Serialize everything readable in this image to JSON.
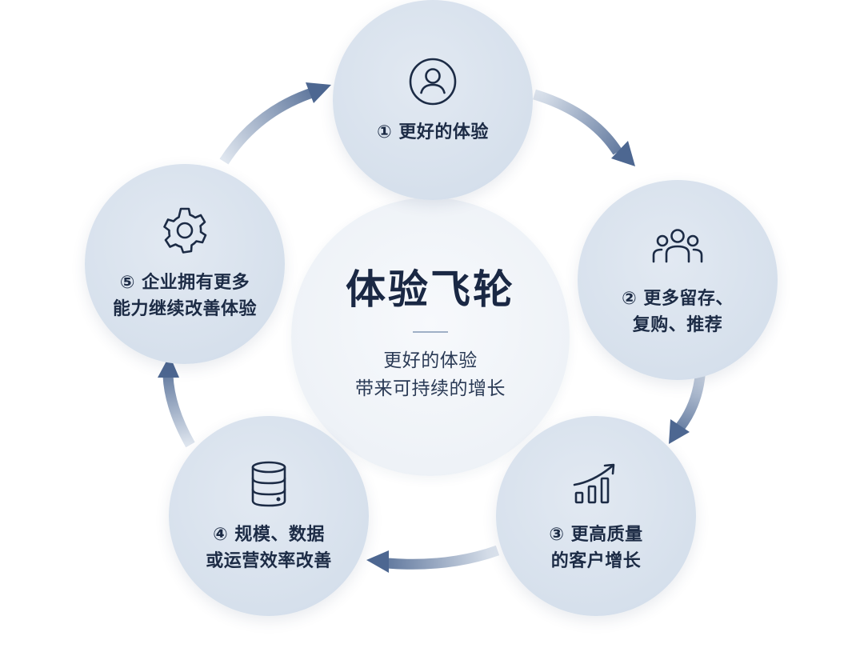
{
  "title": "体验飞轮",
  "subtitle_lines": [
    "更好的体验",
    "带来可持续的增长"
  ],
  "nodes": [
    {
      "icon": "user-icon",
      "lines": [
        "① 更好的体验"
      ]
    },
    {
      "icon": "people-group-icon",
      "lines": [
        "② 更多留存、",
        "复购、推荐"
      ]
    },
    {
      "icon": "growth-chart-icon",
      "lines": [
        "③ 更高质量",
        "的客户增长"
      ]
    },
    {
      "icon": "database-icon",
      "lines": [
        "④ 规模、数据",
        "或运营效率改善"
      ]
    },
    {
      "icon": "gear-icon",
      "lines": [
        "⑤ 企业拥有更多",
        "能力继续改善体验"
      ]
    }
  ],
  "colors": {
    "node_fill": "#d6e0ec",
    "center_fill": "#eef2f7",
    "arrow": "#4d6791",
    "text": "#1c2b45"
  }
}
